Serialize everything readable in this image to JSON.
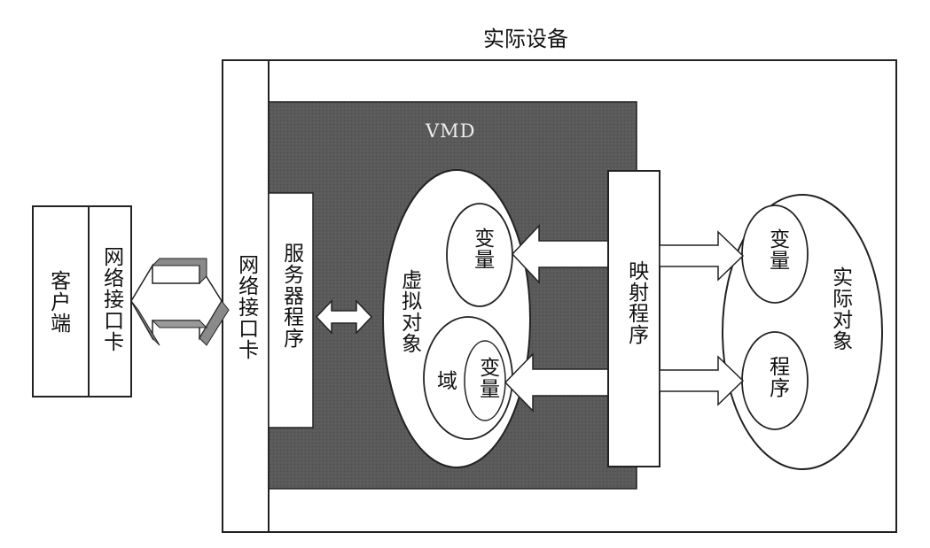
{
  "diagram": {
    "title": "实际设备",
    "client": {
      "label": "客户端",
      "nic_label": "网络接口卡"
    },
    "device": {
      "nic_label": "网络接口卡",
      "vmd": {
        "label": "VMD",
        "server_label": "服务器程序",
        "virtual_object": {
          "label": "虚拟对象",
          "variable_label": "变量",
          "domain": {
            "label": "域",
            "variable_label": "变量"
          }
        },
        "mapping_label": "映射程序"
      },
      "real_object": {
        "label": "实际对象",
        "variable_label": "变量",
        "program_label": "程序"
      }
    },
    "colors": {
      "vmd_fill": "#555555",
      "stroke": "#222222",
      "background": "#ffffff"
    }
  }
}
